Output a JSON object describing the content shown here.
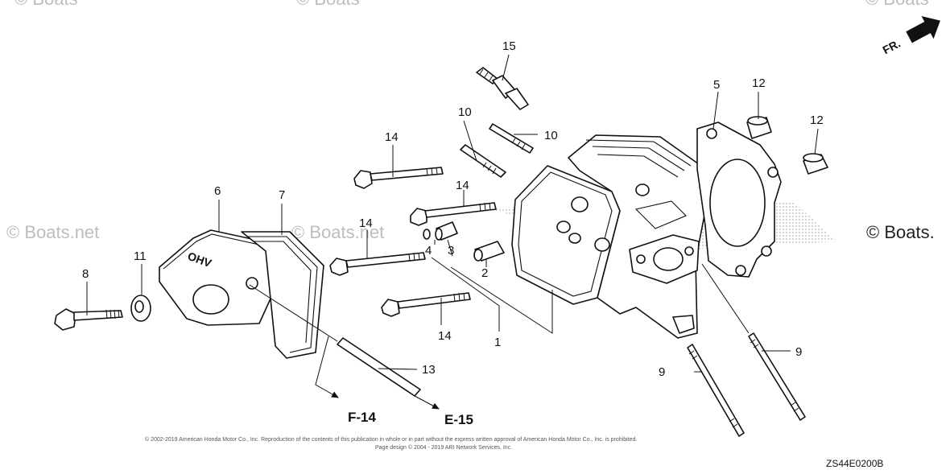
{
  "watermarks": {
    "boats_right": "© Boats.",
    "boats_faint_left": "© Boats.net",
    "boats_faint_mid": "© Boats.net",
    "boats_faint_top1": "© Boats",
    "boats_faint_top2": "© Boats",
    "boats_faint_top3": "© Boats"
  },
  "orientation": {
    "label": "FR."
  },
  "callouts": {
    "c1": "1",
    "c2": "2",
    "c3": "3",
    "c4": "4",
    "c5": "5",
    "c6": "6",
    "c7": "7",
    "c8": "8",
    "c9a": "9",
    "c9b": "9",
    "c10a": "10",
    "c10b": "10",
    "c11": "11",
    "c12a": "12",
    "c12b": "12",
    "c13": "13",
    "c14a": "14",
    "c14b": "14",
    "c14c": "14",
    "c14d": "14",
    "c15": "15"
  },
  "references": {
    "f14": "F-14",
    "e15": "E-15"
  },
  "footer": {
    "copyright_line1": "© 2002-2019 American Honda Motor Co., Inc. Reproduction of the contents of this publication in whole or in part without the express written approval of American Honda Motor Co., Inc. is prohibited.",
    "copyright_line2": "Page design © 2004 - 2019 ARI Network Services, Inc.",
    "diagram_code": "ZS44E0200B"
  },
  "labels": {
    "cover_stamp": "OHV"
  }
}
